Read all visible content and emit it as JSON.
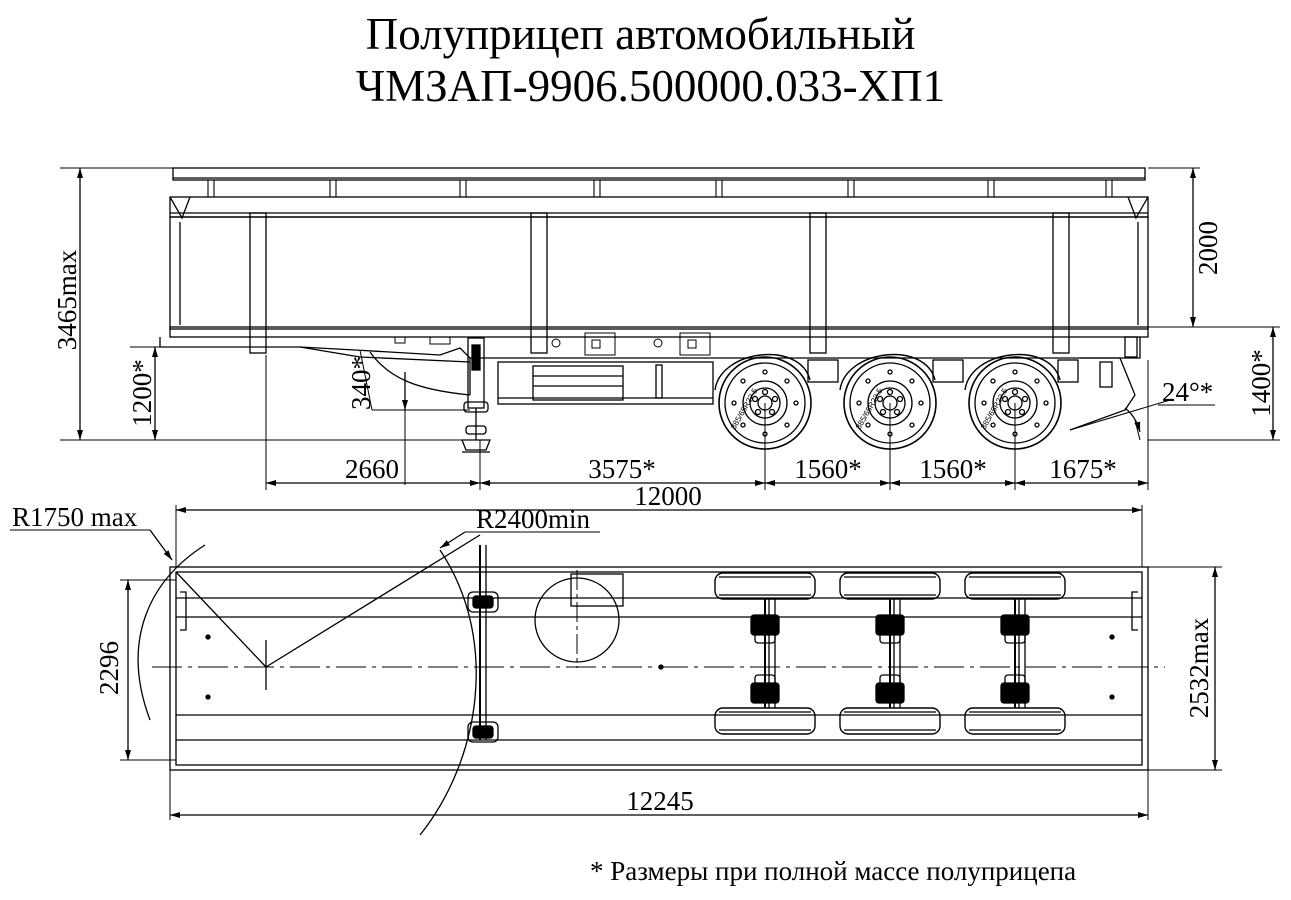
{
  "title": {
    "line1": "Полуприцеп автомобильный",
    "line2": "ЧМЗАП-9906.500000.033-ХП1"
  },
  "side_view": {
    "dims": {
      "overall_height": "3465max",
      "body_height": "2000",
      "rear_height": "1400*",
      "coupling_height": "1200*",
      "kingpin_offset": "340*",
      "rear_angle": "24°*",
      "front_to_kingpin": "2660",
      "kingpin_to_axle": "3575*",
      "axle_spacing_1": "1560*",
      "axle_spacing_2": "1560*",
      "rear_overhang": "1675*",
      "body_length": "12000"
    },
    "tire_label": "385/65R22.5"
  },
  "top_view": {
    "dims": {
      "front_radius": "R1750 max",
      "turn_radius": "R2400min",
      "inner_width": "2296",
      "overall_width": "2532max",
      "overall_length": "12245"
    }
  },
  "footnote": "* Размеры при полной массе полуприцепа"
}
